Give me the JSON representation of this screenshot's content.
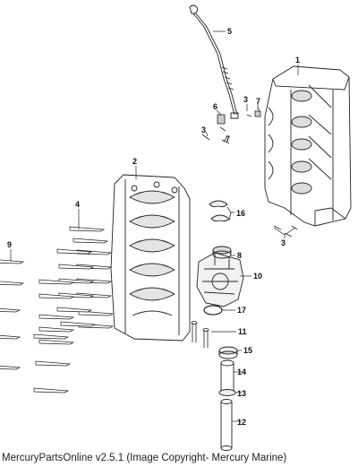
{
  "callouts": {
    "c1": "1",
    "c2": "2",
    "c3a": "3",
    "c3b": "3",
    "c3c": "3",
    "c4": "4",
    "c5": "5",
    "c6": "6",
    "c7a": "7",
    "c7b": "7",
    "c8": "8",
    "c9": "9",
    "c10": "10",
    "c11": "11",
    "c12": "12",
    "c13": "13",
    "c14": "14",
    "c15": "15",
    "c16": "16",
    "c17": "17"
  },
  "footer": {
    "text": "MercuryPartsOnline v2.5.1 (Image Copyright- Mercury Marine)"
  },
  "colors": {
    "line": "#222222",
    "label": "#111111",
    "background": "#ffffff"
  }
}
